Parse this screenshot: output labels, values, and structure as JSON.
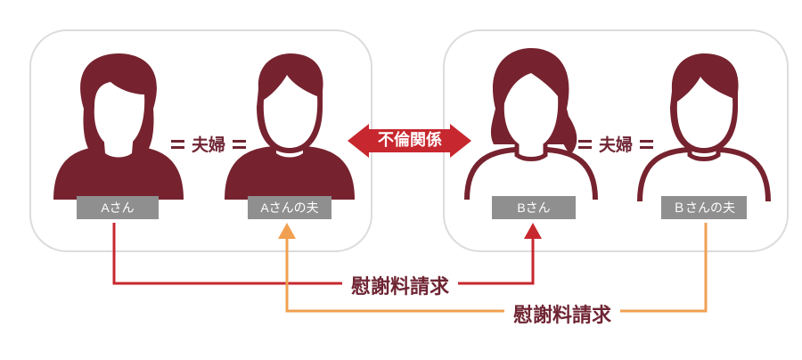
{
  "colors": {
    "silhouette": "#76232f",
    "tag_bg": "#8f8f8f",
    "group_border": "#dcdcdc",
    "red_arrow": "#c7272e",
    "orange_arrow": "#f0a050",
    "text_dark": "#6f2533"
  },
  "groups": {
    "left": {
      "person1": {
        "name": "Aさん",
        "icon": "female-short-hair-icon"
      },
      "relation": "夫婦",
      "person2": {
        "name": "Aさんの夫",
        "icon": "male-icon"
      }
    },
    "right": {
      "person1": {
        "name": "Bさん",
        "icon": "female-ponytail-icon"
      },
      "relation": "夫婦",
      "person2": {
        "name": "Ｂさんの夫",
        "icon": "male-outline-icon"
      }
    }
  },
  "affair": {
    "label": "不倫関係",
    "icon": "double-arrow-icon"
  },
  "claims": [
    {
      "label": "慰謝料請求",
      "from": "Aさん",
      "to": "Bさん",
      "color": "red"
    },
    {
      "label": "慰謝料請求",
      "from": "Ｂさんの夫",
      "to": "Aさんの夫",
      "color": "orange"
    }
  ]
}
